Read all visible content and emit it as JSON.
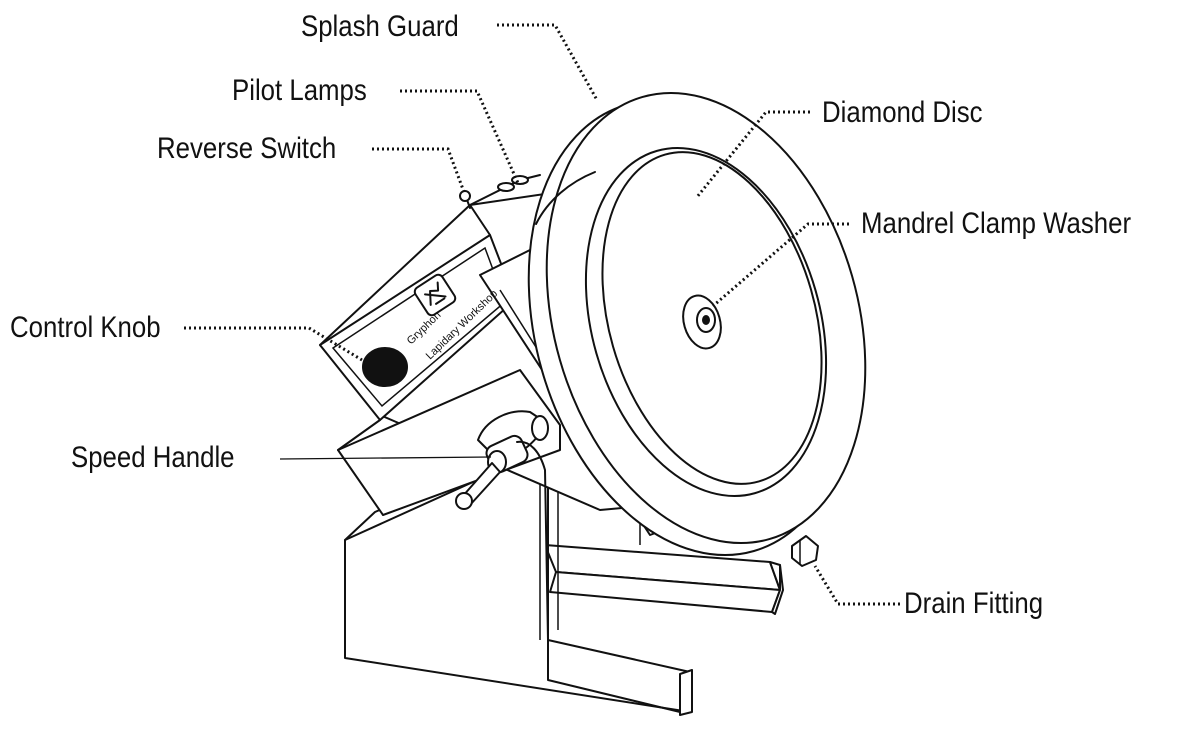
{
  "labels": {
    "splash_guard": "Splash Guard",
    "pilot_lamps": "Pilot Lamps",
    "reverse_switch": "Reverse Switch",
    "diamond_disc": "Diamond Disc",
    "mandrel_clamp_washer": "Mandrel Clamp Washer",
    "control_knob": "Control Knob",
    "speed_handle": "Speed Handle",
    "drain_fitting": "Drain Fitting"
  },
  "brand": {
    "name": "Gryphon",
    "product": "Lapidary Workshop"
  },
  "colors": {
    "line": "#111111",
    "background": "#ffffff",
    "knob": "#111111"
  }
}
